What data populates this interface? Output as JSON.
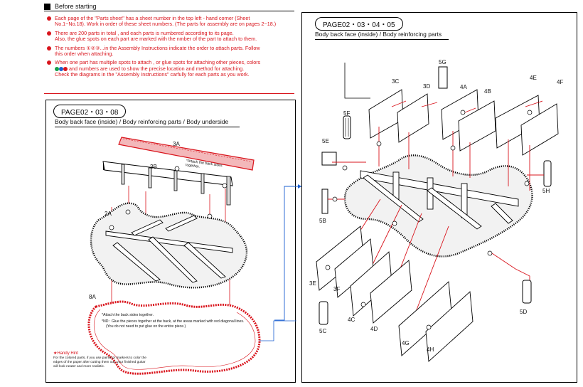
{
  "header": {
    "title": "Before starting"
  },
  "notes": [
    {
      "lines": [
        "Each page of the \"Parts sheet\" has a sheet number in the top left - hand corner (Sheet",
        "No.1~No.18). Work in order of these sheet numbers. (The parts for assembly are on pages 2~18.)"
      ]
    },
    {
      "lines": [
        "There are 200 parts in total , and each parts is numbered according to its page.",
        "Also, the glue spots on each part are marked with the nmber of the part to attach to them."
      ]
    },
    {
      "lines": [
        "The numbers ①②③...in the Assembly Instructions indicate the order to attach parts. Follow",
        "this order when attaching."
      ]
    },
    {
      "lines": [
        "When one part has multiple spots  to attach , or glue spots for attaching other pieces, colors",
        "and numbers are used to show the precise location and method for attaching.",
        "Check the diagrams in the \"Assembly Instructions\" carfully for each parts as you work."
      ]
    }
  ],
  "left_panel": {
    "page": "PAGE02・03・08",
    "title": "Body back face (inside) / Body reinforcing parts / Body underside",
    "labels": {
      "l3A": "3A",
      "l3B": "3B",
      "l2A": "2A",
      "l8A": "8A"
    },
    "attach_note": "*Attach the back sides together.",
    "note_attach": "*Attach the back sides together.",
    "note_nd": "*ND : Glue the pieces together at the back, at the areas marked with red diagonal lines.",
    "note_nd2": "(You do not need to put glue on the entire piece.)",
    "hint_title": "★Handy Hint",
    "hint_body": "For the colored parts, if you use paints or markers to color the edges of the paper after cutting them out, your finished guitar will look neater and more realistic."
  },
  "right_panel": {
    "page": "PAGE02・03・04・05",
    "title": "Body back face (inside) / Body reinforcing parts",
    "labels": {
      "l3C": "3C",
      "l3D": "3D",
      "l5G": "5G",
      "l4A": "4A",
      "l4B": "4B",
      "l4E": "4E",
      "l4F": "4F",
      "l5F": "5F",
      "l5E": "5E",
      "l5H": "5H",
      "l5B": "5B",
      "l3E": "3E",
      "l3F": "3F",
      "l4C": "4C",
      "l4D": "4D",
      "l4G": "4G",
      "l4H": "4H",
      "l5C": "5C",
      "l5D": "5D"
    }
  },
  "colors": {
    "red": "#d9141c",
    "blue": "#1a5fd0",
    "green": "#14a04a",
    "black": "#000000"
  },
  "icons": {
    "bullet": "red-dot",
    "header_marker": "black-square"
  }
}
